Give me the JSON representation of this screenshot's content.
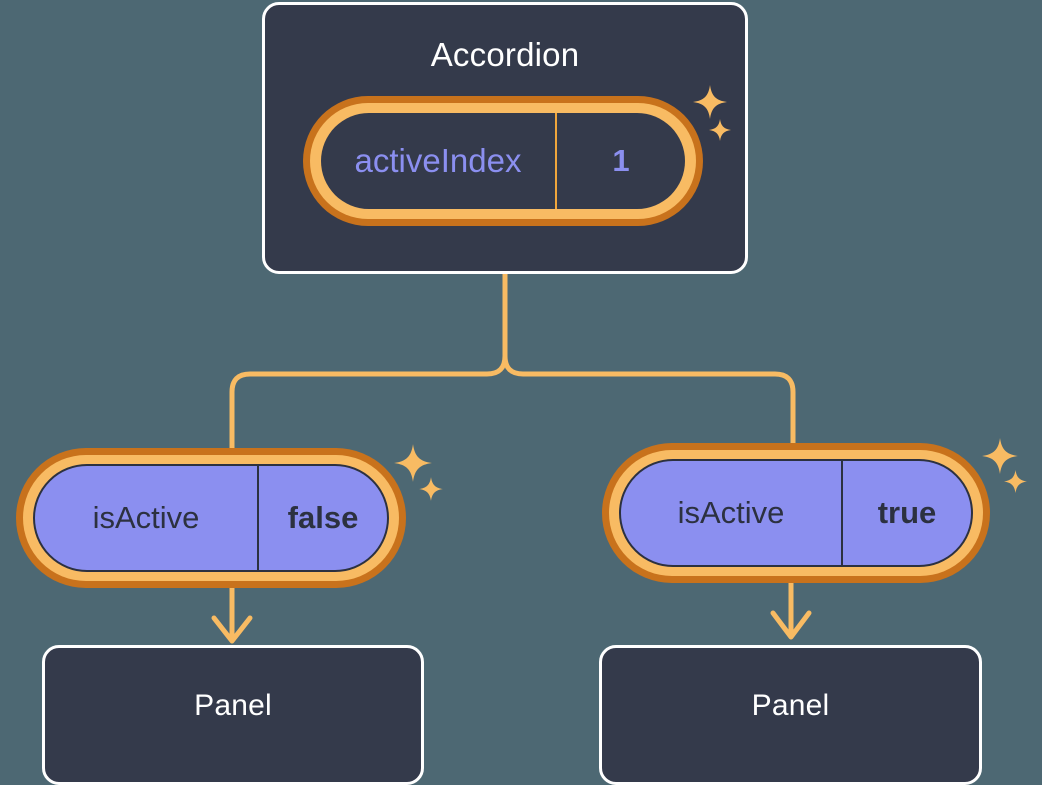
{
  "colors": {
    "background": "#4d6873",
    "box_fill": "#343a4b",
    "box_border": "#ffffff",
    "pill_outer_ring": "#c8721c",
    "pill_inner_ring": "#f8bb63",
    "pill_purple_fill": "#8b8ff0",
    "accent_amber": "#f8bb63",
    "text_light": "#ffffff",
    "text_periwinkle": "#8b8ff0",
    "text_dark": "#2c3140"
  },
  "diagram": {
    "type": "component-tree",
    "root": {
      "title": "Accordion",
      "state_pill": {
        "key": "activeIndex",
        "value": "1"
      }
    },
    "children": [
      {
        "prop_pill": {
          "key": "isActive",
          "value": "false"
        },
        "node": {
          "title": "Panel"
        }
      },
      {
        "prop_pill": {
          "key": "isActive",
          "value": "true"
        },
        "node": {
          "title": "Panel"
        }
      }
    ]
  },
  "icons": {
    "sparkle": "sparkle-icon",
    "arrow_down": "arrow-down-icon"
  }
}
